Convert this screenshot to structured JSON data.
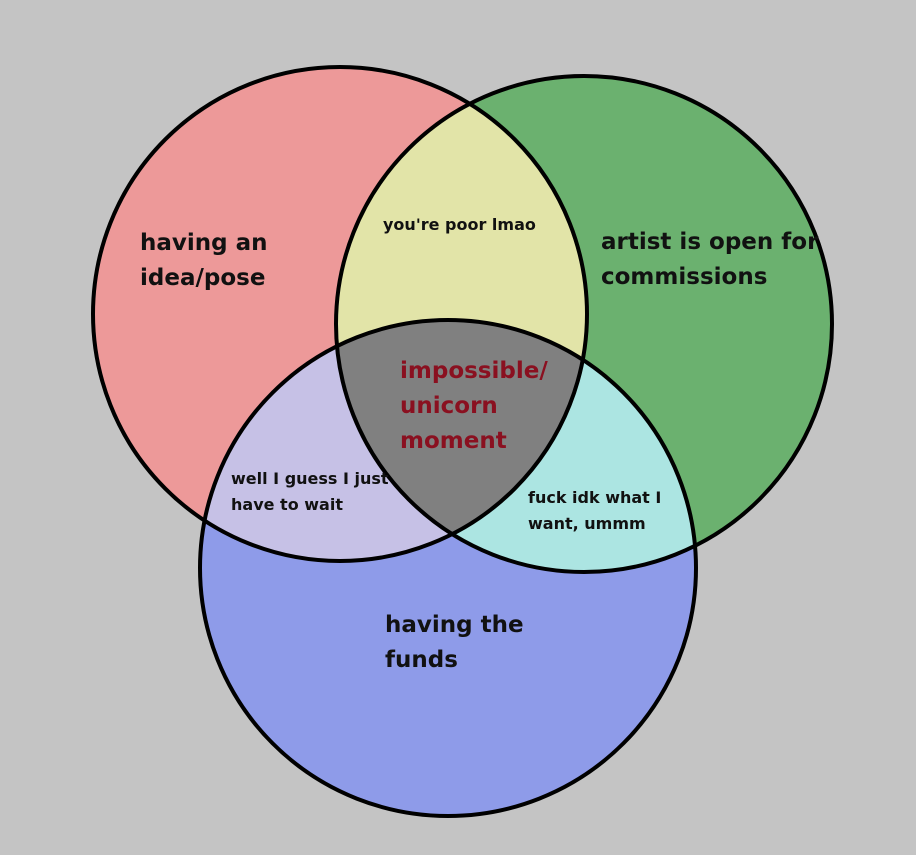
{
  "colors": {
    "background": "#c4c4c4",
    "circle_left": "#ed9999",
    "circle_right": "#6bb16f",
    "circle_bottom": "#8e9be9",
    "overlap_left_right": "#e2e4a8",
    "overlap_left_bottom": "#c6c1e6",
    "overlap_right_bottom": "#ace5e2",
    "overlap_all": "#808080",
    "outline": "#000000",
    "center_text": "#8a1020"
  },
  "sets": {
    "left": {
      "lines": [
        "having an",
        "idea/pose"
      ]
    },
    "right": {
      "lines": [
        "artist is open for",
        "commissions"
      ]
    },
    "bottom": {
      "lines": [
        "having the",
        "funds"
      ]
    }
  },
  "intersections": {
    "left_right": {
      "lines": [
        "you're poor lmao"
      ]
    },
    "left_bottom": {
      "lines": [
        "well I guess I just",
        "have to wait"
      ]
    },
    "right_bottom": {
      "lines": [
        "fuck idk what I",
        "want, ummm"
      ]
    },
    "all": {
      "lines": [
        "impossible/",
        "unicorn",
        "moment"
      ]
    }
  }
}
